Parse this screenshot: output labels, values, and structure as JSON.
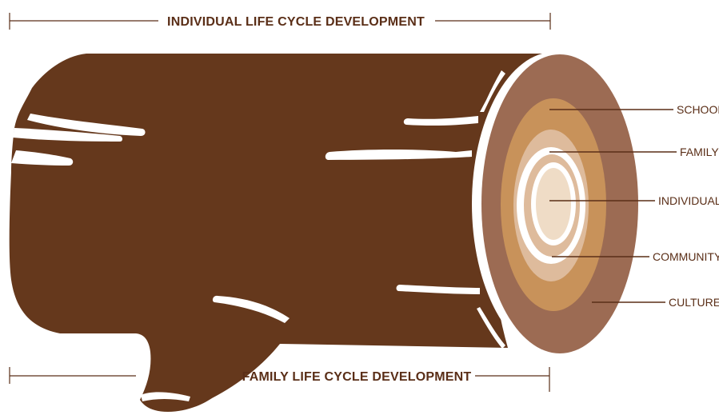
{
  "top_caption": "INDIVIDUAL LIFE CYCLE DEVELOPMENT",
  "bottom_caption": "FAMILY LIFE CYCLE DEVELOPMENT",
  "layers": {
    "school": "SCHOOL",
    "family": "FAMILY",
    "individual": "INDIVIDUAL",
    "community": "COMMUNITY",
    "culture": "CULTURE"
  },
  "colors": {
    "bark": "#65381c",
    "outer_ring": "#9c6b53",
    "middle_ring": "#c8925a",
    "inner_ring": "#debb9c",
    "core": "#efdcc6",
    "separator": "#ffffff",
    "text": "#5a2e17"
  }
}
